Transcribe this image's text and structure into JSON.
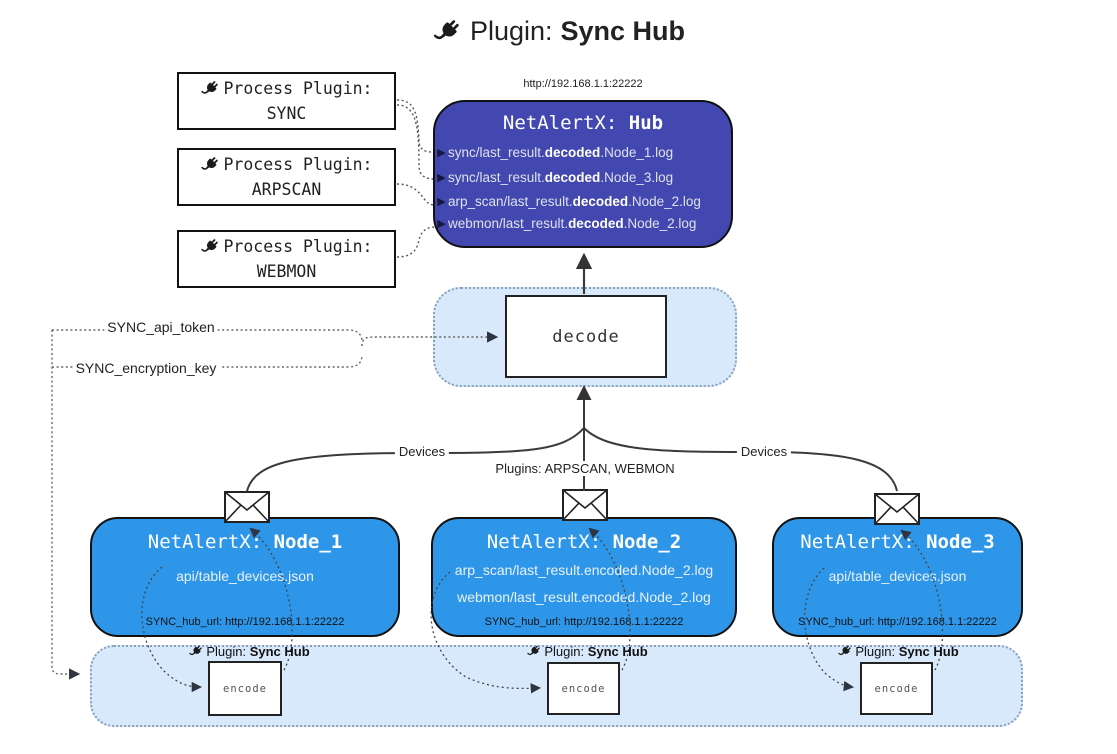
{
  "title": {
    "prefix": "Plugin: ",
    "name": "Sync Hub"
  },
  "process_plugins": [
    {
      "label": "Process Plugin:",
      "name": "SYNC"
    },
    {
      "label": "Process Plugin:",
      "name": "ARPSCAN"
    },
    {
      "label": "Process Plugin:",
      "name": "WEBMON"
    }
  ],
  "hub": {
    "url": "http://192.168.1.1:22222",
    "title_prefix": "NetAlertX: ",
    "title_name": "Hub",
    "rows": [
      {
        "marker": "▶",
        "pre": "sync/last_result.",
        "bold": "decoded",
        "post": ".Node_1.log"
      },
      {
        "marker": "▶",
        "pre": "sync/last_result.",
        "bold": "decoded",
        "post": ".Node_3.log"
      },
      {
        "marker": "▶",
        "pre": "arp_scan/last_result.",
        "bold": "decoded",
        "post": ".Node_2.log"
      },
      {
        "marker": "▶",
        "pre": "webmon/last_result.",
        "bold": "decoded",
        "post": ".Node_2.log"
      }
    ]
  },
  "decode_box": {
    "label": "decode"
  },
  "config": {
    "api_token": "SYNC_api_token",
    "encryption_key": "SYNC_encryption_key"
  },
  "edge_labels": {
    "left": "Devices",
    "center": "Plugins: ARPSCAN, WEBMON",
    "right": "Devices"
  },
  "nodes": [
    {
      "title_prefix": "NetAlertX: ",
      "title_name": "Node_1",
      "lines": [
        "api/table_devices.json"
      ],
      "footer": "SYNC_hub_url: http://192.168.1.1:22222"
    },
    {
      "title_prefix": "NetAlertX: ",
      "title_name": "Node_2",
      "lines": [
        "arp_scan/last_result.encoded.Node_2.log",
        "webmon/last_result.encoded.Node_2.log"
      ],
      "footer": "SYNC_hub_url: http://192.168.1.1:22222"
    },
    {
      "title_prefix": "NetAlertX: ",
      "title_name": "Node_3",
      "lines": [
        "api/table_devices.json"
      ],
      "footer": "SYNC_hub_url: http://192.168.1.1:22222"
    }
  ],
  "encode_sections": [
    {
      "label_prefix": "Plugin: ",
      "label_name": "Sync Hub",
      "box_label": "encode"
    },
    {
      "label_prefix": "Plugin: ",
      "label_name": "Sync Hub",
      "box_label": "encode"
    },
    {
      "label_prefix": "Plugin: ",
      "label_name": "Sync Hub",
      "box_label": "encode"
    }
  ],
  "colors": {
    "hub_fill": "#4248b0",
    "node_fill": "#2e96e8",
    "section_fill": "#d8e9fb",
    "line": "#3a3a3a"
  }
}
